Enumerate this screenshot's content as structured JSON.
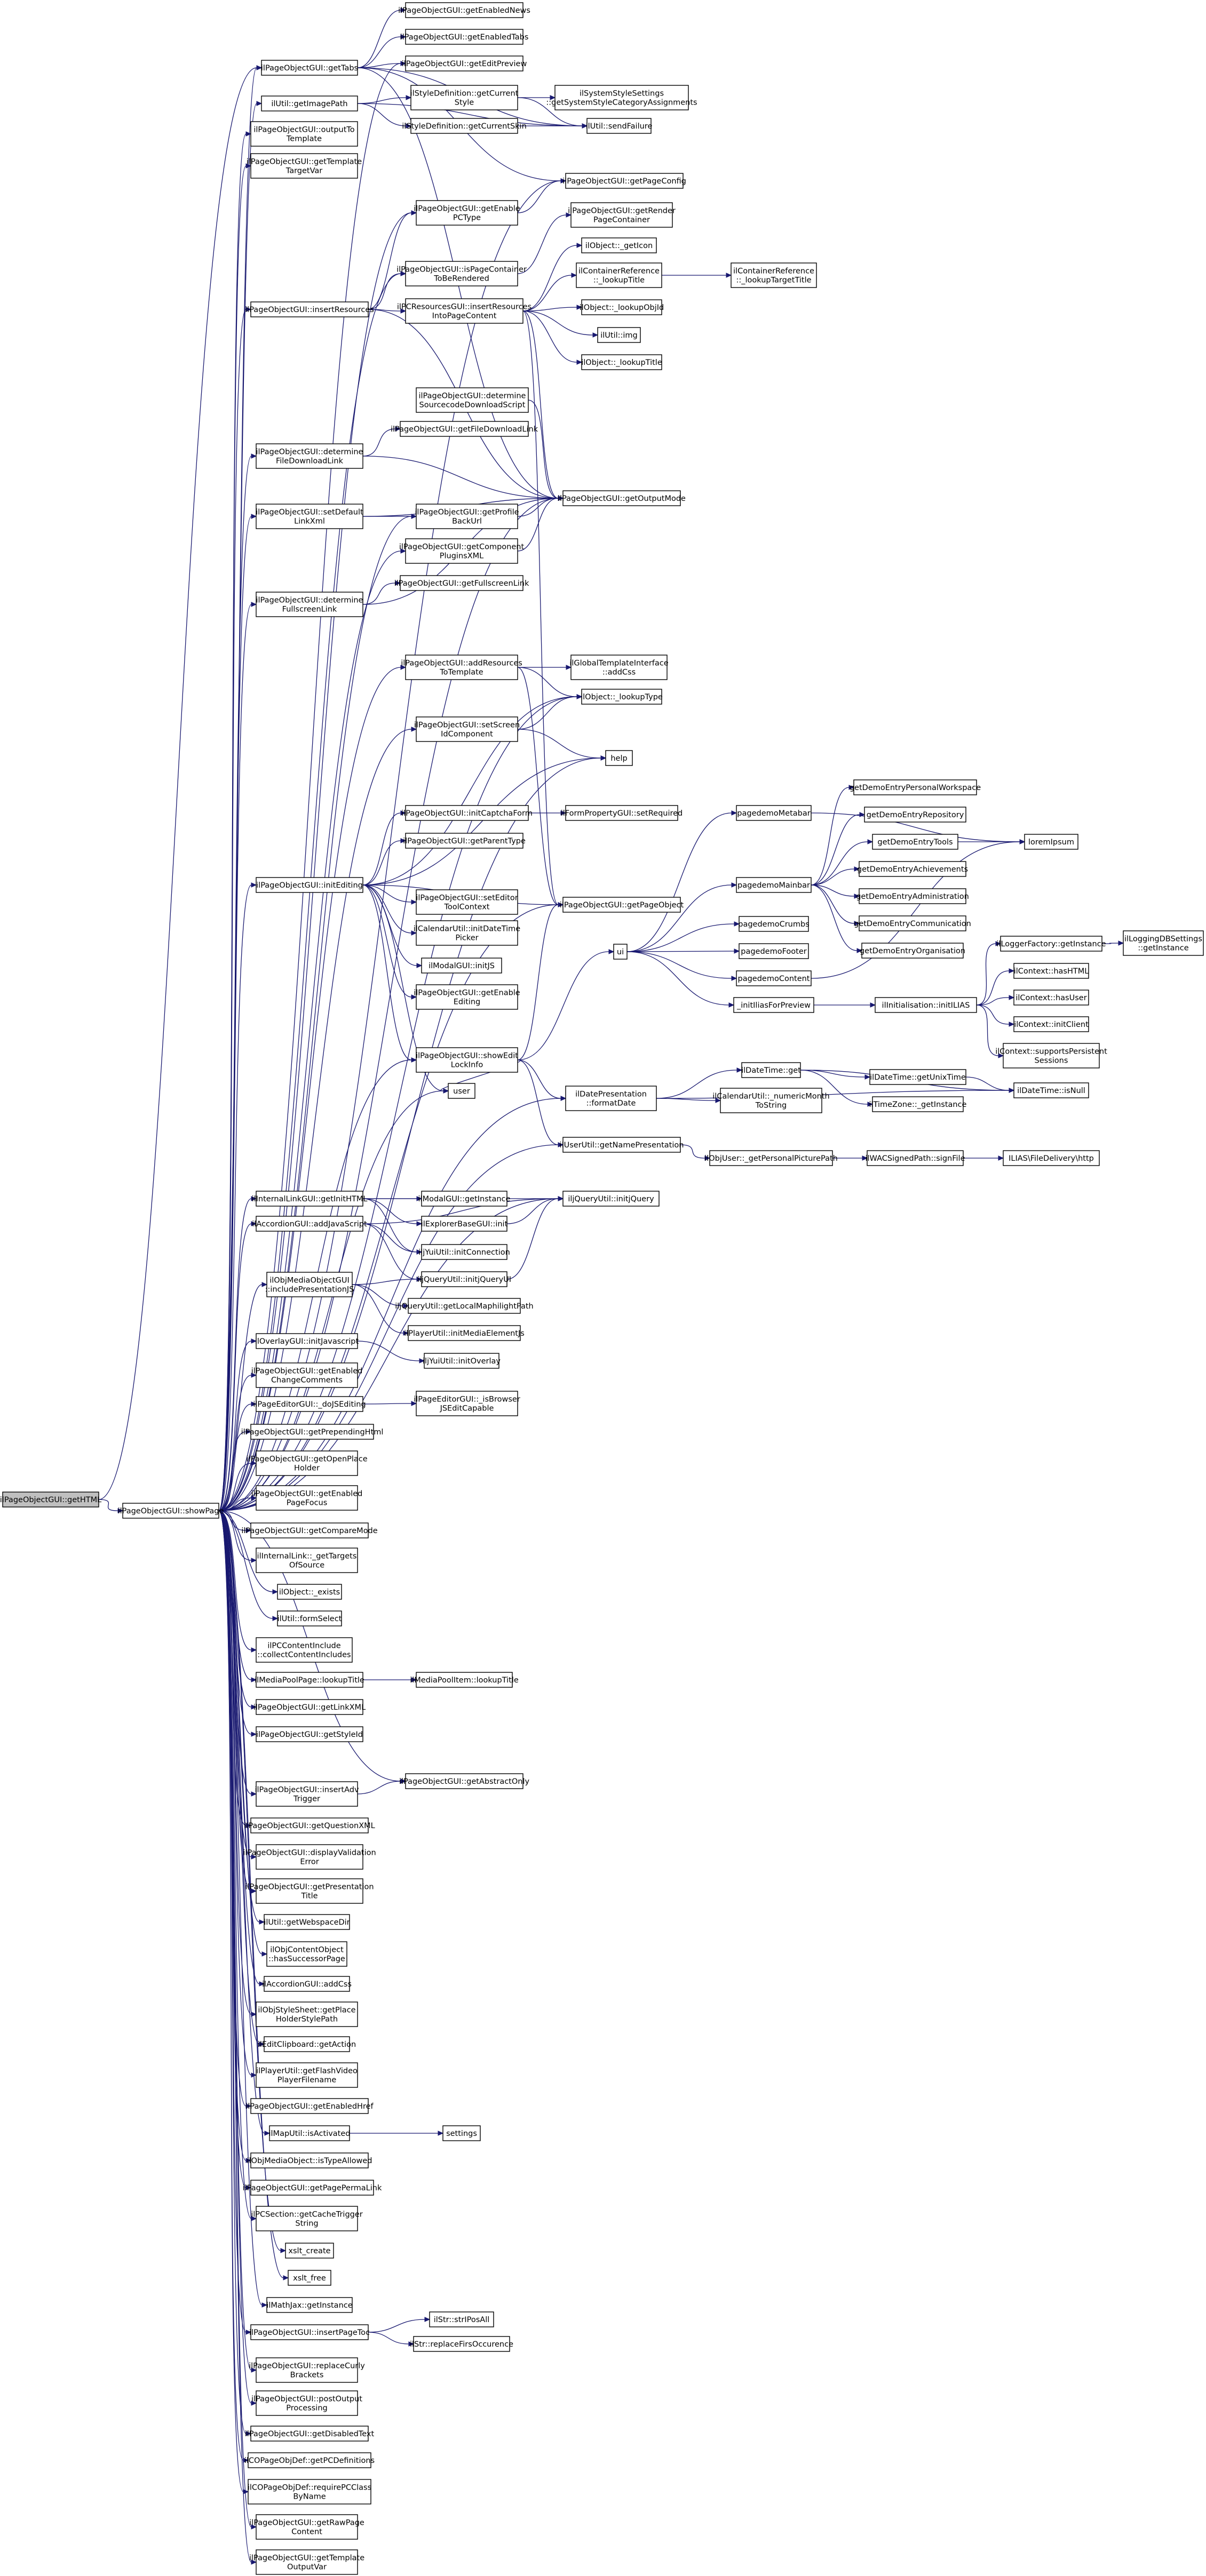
{
  "nodes": [
    {
      "id": "root",
      "lines": [
        "ilPageObjectGUI::getHTML"
      ],
      "root": true
    },
    {
      "id": "showPage",
      "lines": [
        "ilPageObjectGUI::showPage"
      ]
    },
    {
      "id": "getTabs",
      "lines": [
        "ilPageObjectGUI::getTabs"
      ]
    },
    {
      "id": "getImagePath",
      "lines": [
        "ilUtil::getImagePath"
      ]
    },
    {
      "id": "outputToTemplate",
      "lines": [
        "ilPageObjectGUI::outputTo",
        "Template"
      ]
    },
    {
      "id": "getTemplateTargetVar",
      "lines": [
        "ilPageObjectGUI::getTemplate",
        "TargetVar"
      ]
    },
    {
      "id": "insertResources",
      "lines": [
        "ilPageObjectGUI::insertResources"
      ]
    },
    {
      "id": "determineFileDownloadLink",
      "lines": [
        "ilPageObjectGUI::determine",
        "FileDownloadLink"
      ]
    },
    {
      "id": "setDefaultLinkXml",
      "lines": [
        "ilPageObjectGUI::setDefault",
        "LinkXml"
      ]
    },
    {
      "id": "determineFullscreenLink",
      "lines": [
        "ilPageObjectGUI::determine",
        "FullscreenLink"
      ]
    },
    {
      "id": "initEditing",
      "lines": [
        "ilPageObjectGUI::initEditing"
      ]
    },
    {
      "id": "getEnabledNews",
      "lines": [
        "ilPageObjectGUI::getEnabledNews"
      ]
    },
    {
      "id": "getEnabledTabs",
      "lines": [
        "ilPageObjectGUI::getEnabledTabs"
      ]
    },
    {
      "id": "getEditPreview",
      "lines": [
        "ilPageObjectGUI::getEditPreview"
      ]
    },
    {
      "id": "getCurrentStyle",
      "lines": [
        "ilStyleDefinition::getCurrent",
        "Style"
      ]
    },
    {
      "id": "getCurrentSkin",
      "lines": [
        "ilStyleDefinition::getCurrentSkin"
      ]
    },
    {
      "id": "getEnablePCType",
      "lines": [
        "ilPageObjectGUI::getEnable",
        "PCType"
      ]
    },
    {
      "id": "isPageContainerToBeRendered",
      "lines": [
        "ilPageObjectGUI::isPageContainer",
        "ToBeRendered"
      ]
    },
    {
      "id": "pcInsertResources",
      "lines": [
        "ilPCResourcesGUI::insertResources",
        "IntoPageContent"
      ]
    },
    {
      "id": "determineSourcecodeDownloadScript",
      "lines": [
        "ilPageObjectGUI::determine",
        "SourcecodeDownloadScript"
      ]
    },
    {
      "id": "getFileDownloadLink",
      "lines": [
        "ilPageObjectGUI::getFileDownloadLink"
      ]
    },
    {
      "id": "getProfileBackUrl",
      "lines": [
        "ilPageObjectGUI::getProfile",
        "BackUrl"
      ]
    },
    {
      "id": "getComponentPluginsXML",
      "lines": [
        "ilPageObjectGUI::getComponent",
        "PluginsXML"
      ]
    },
    {
      "id": "getFullscreenLink",
      "lines": [
        "ilPageObjectGUI::getFullscreenLink"
      ]
    },
    {
      "id": "addResourcesToTemplate",
      "lines": [
        "ilPageObjectGUI::addResources",
        "ToTemplate"
      ]
    },
    {
      "id": "setScreenIdComponent",
      "lines": [
        "ilPageObjectGUI::setScreen",
        "IdComponent"
      ]
    },
    {
      "id": "initCaptchaForm",
      "lines": [
        "ilPageObjectGUI::initCaptchaForm"
      ]
    },
    {
      "id": "getParentType",
      "lines": [
        "ilPageObjectGUI::getParentType"
      ]
    },
    {
      "id": "setEditorToolContext",
      "lines": [
        "ilPageObjectGUI::setEditor",
        "ToolContext"
      ]
    },
    {
      "id": "calendarInitDateTimePicker",
      "lines": [
        "ilCalendarUtil::initDateTime",
        "Picker"
      ]
    },
    {
      "id": "modalInitJS",
      "lines": [
        "ilModalGUI::initJS"
      ]
    },
    {
      "id": "getEnableEditing",
      "lines": [
        "ilPageObjectGUI::getEnable",
        "Editing"
      ]
    },
    {
      "id": "showEditLockInfo",
      "lines": [
        "ilPageObjectGUI::showEdit",
        "LockInfo"
      ]
    },
    {
      "id": "user",
      "lines": [
        "user"
      ]
    },
    {
      "id": "getEnabledHref",
      "lines": [
        "ilPageObjectGUI::getEnabledHref"
      ]
    },
    {
      "id": "systemStyleSettings",
      "lines": [
        "ilSystemStyleSettings",
        "::getSystemStyleCategoryAssignments"
      ]
    },
    {
      "id": "sendFailure",
      "lines": [
        "ilUtil::sendFailure"
      ]
    },
    {
      "id": "getPageConfig",
      "lines": [
        "ilPageObjectGUI::getPageConfig"
      ]
    },
    {
      "id": "getRenderPageContainer",
      "lines": [
        "ilPageObjectGUI::getRender",
        "PageContainer"
      ]
    },
    {
      "id": "getIcon",
      "lines": [
        "ilObject::_getIcon"
      ]
    },
    {
      "id": "lookupTitle1",
      "lines": [
        "ilContainerReference",
        "::_lookupTitle"
      ]
    },
    {
      "id": "lookupTargetTitle",
      "lines": [
        "ilContainerReference",
        "::_lookupTargetTitle"
      ]
    },
    {
      "id": "lookupObjId",
      "lines": [
        "ilObject::_lookupObjId"
      ]
    },
    {
      "id": "img",
      "lines": [
        "ilUtil::img"
      ]
    },
    {
      "id": "lookupTitle2",
      "lines": [
        "ilObject::_lookupTitle"
      ]
    },
    {
      "id": "getOutputMode",
      "lines": [
        "ilPageObjectGUI::getOutputMode"
      ]
    },
    {
      "id": "globalTemplateAddCss",
      "lines": [
        "ilGlobalTemplateInterface",
        "::addCss"
      ]
    },
    {
      "id": "lookupType",
      "lines": [
        "ilObject::_lookupType"
      ]
    },
    {
      "id": "help",
      "lines": [
        "help"
      ]
    },
    {
      "id": "setRequired",
      "lines": [
        "ilFormPropertyGUI::setRequired"
      ]
    },
    {
      "id": "getPageObject",
      "lines": [
        "ilPageObjectGUI::getPageObject"
      ]
    },
    {
      "id": "formatDate",
      "lines": [
        "ilDatePresentation",
        "::formatDate"
      ]
    },
    {
      "id": "getNamePresentation",
      "lines": [
        "ilUserUtil::getNamePresentation"
      ]
    },
    {
      "id": "pagedemoMetabar",
      "lines": [
        "pagedemoMetabar"
      ]
    },
    {
      "id": "pagedemoMainbar",
      "lines": [
        "pagedemoMainbar"
      ]
    },
    {
      "id": "pagedemoCrumbs",
      "lines": [
        "pagedemoCrumbs"
      ]
    },
    {
      "id": "pagedemoFooter",
      "lines": [
        "pagedemoFooter"
      ]
    },
    {
      "id": "pagedemoContent",
      "lines": [
        "pagedemoContent"
      ]
    },
    {
      "id": "initIlias",
      "lines": [
        "_initIliasForPreview"
      ]
    },
    {
      "id": "ui",
      "lines": [
        "ui"
      ]
    },
    {
      "id": "getDemoEntryPersonalWorkspace",
      "lines": [
        "getDemoEntryPersonalWorkspace"
      ]
    },
    {
      "id": "getDemoEntryRepository",
      "lines": [
        "getDemoEntryRepository"
      ]
    },
    {
      "id": "getDemoEntryTools",
      "lines": [
        "getDemoEntryTools"
      ]
    },
    {
      "id": "getDemoEntryAchievements",
      "lines": [
        "getDemoEntryAchievements"
      ]
    },
    {
      "id": "getDemoEntryAdministration",
      "lines": [
        "getDemoEntryAdministration"
      ]
    },
    {
      "id": "getDemoEntryCommunication",
      "lines": [
        "getDemoEntryCommunication"
      ]
    },
    {
      "id": "getDemoEntryOrganisation",
      "lines": [
        "getDemoEntryOrganisation"
      ]
    },
    {
      "id": "loremIpsum",
      "lines": [
        "loremIpsum"
      ]
    },
    {
      "id": "loggerGetInstance",
      "lines": [
        "ilLoggerFactory::getInstance"
      ]
    },
    {
      "id": "loggingDBSettings",
      "lines": [
        "ilLoggingDBSettings",
        "::getInstance"
      ]
    },
    {
      "id": "initializationInitIlias",
      "lines": [
        "ilInitialisation::initILIAS"
      ]
    },
    {
      "id": "hasHTML",
      "lines": [
        "ilContext::hasHTML"
      ]
    },
    {
      "id": "hasUser",
      "lines": [
        "ilContext::hasUser"
      ]
    },
    {
      "id": "initClient",
      "lines": [
        "ilContext::initClient"
      ]
    },
    {
      "id": "supportsPersistentSessions",
      "lines": [
        "ilContext::supportsPersistent",
        "Sessions"
      ]
    },
    {
      "id": "dateTimeGet",
      "lines": [
        "ilDateTime::get"
      ]
    },
    {
      "id": "calendarNumericMonth",
      "lines": [
        "ilCalendarUtil::_numericMonth",
        "ToString"
      ]
    },
    {
      "id": "getUnixTime",
      "lines": [
        "ilDateTime::getUnixTime"
      ]
    },
    {
      "id": "timeZoneGetInstance",
      "lines": [
        "ilTimeZone::_getInstance"
      ]
    },
    {
      "id": "isNull",
      "lines": [
        "ilDateTime::isNull"
      ]
    },
    {
      "id": "getPersonalPicturePath",
      "lines": [
        "ilObjUser::_getPersonalPicturePath"
      ]
    },
    {
      "id": "signedPath",
      "lines": [
        "ilWACSignedPath::signFile"
      ]
    },
    {
      "id": "fileDeliveryHttp",
      "lines": [
        "ILIAS\\FileDelivery\\http"
      ]
    },
    {
      "id": "internalLinkGetInitHTML",
      "lines": [
        "ilInternalLinkGUI::getInitHTML"
      ]
    },
    {
      "id": "accordionAddJavaScript",
      "lines": [
        "ilAccordionGUI::addJavaScript"
      ]
    },
    {
      "id": "mediaObjectIncludePresentationJS",
      "lines": [
        "ilObjMediaObjectGUI",
        "::includePresentationJS"
      ]
    },
    {
      "id": "overlayInitJavascript",
      "lines": [
        "ilOverlayGUI::initJavascript"
      ]
    },
    {
      "id": "modalGetInstance",
      "lines": [
        "ilModalGUI::getInstance"
      ]
    },
    {
      "id": "explorerBaseInit",
      "lines": [
        "ilExplorerBaseGUI::init"
      ]
    },
    {
      "id": "yuiInitConnection",
      "lines": [
        "iljYuiUtil::initConnection"
      ]
    },
    {
      "id": "jqueryInitjQuery",
      "lines": [
        "iljQueryUtil::initjQuery"
      ]
    },
    {
      "id": "jqueryInitjQueryUI",
      "lines": [
        "iljQueryUtil::initjQueryUI"
      ]
    },
    {
      "id": "jqueryGetLocalMaphilight",
      "lines": [
        "iljQueryUtil::getLocalMaphilightPath"
      ]
    },
    {
      "id": "playerInitMediaElementJs",
      "lines": [
        "ilPlayerUtil::initMediaElementJs"
      ]
    },
    {
      "id": "yuiInitOverlay",
      "lines": [
        "iljYuiUtil::initOverlay"
      ]
    },
    {
      "id": "getEnabledChangeComments",
      "lines": [
        "ilPageObjectGUI::getEnabled",
        "ChangeComments"
      ]
    },
    {
      "id": "jsEditing",
      "lines": [
        "ilPageEditorGUI::_doJSEditing"
      ]
    },
    {
      "id": "isBrowserJSEditCapable",
      "lines": [
        "ilPageEditorGUI::_isBrowser",
        "JSEditCapable"
      ]
    },
    {
      "id": "getPrependingHtml",
      "lines": [
        "ilPageObjectGUI::getPrependingHtml"
      ]
    },
    {
      "id": "getOpenPlaceHolder",
      "lines": [
        "ilPageObjectGUI::getOpenPlace",
        "Holder"
      ]
    },
    {
      "id": "getEnabledPageFocus",
      "lines": [
        "ilPageObjectGUI::getEnabled",
        "PageFocus"
      ]
    },
    {
      "id": "getCompareMode",
      "lines": [
        "ilPageObjectGUI::getCompareMode"
      ]
    },
    {
      "id": "getTargetsOfSource",
      "lines": [
        "ilInternalLink::_getTargets",
        "OfSource"
      ]
    },
    {
      "id": "objectExists",
      "lines": [
        "ilObject::_exists"
      ]
    },
    {
      "id": "formSelect",
      "lines": [
        "ilUtil::formSelect"
      ]
    },
    {
      "id": "collectContentIncludes",
      "lines": [
        "ilPCContentInclude",
        "::collectContentIncludes"
      ]
    },
    {
      "id": "mediaPoolLookupTitle",
      "lines": [
        "ilMediaPoolPage::lookupTitle"
      ]
    },
    {
      "id": "mediaPoolItemLookupTitle",
      "lines": [
        "ilMediaPoolItem::lookupTitle"
      ]
    },
    {
      "id": "getLinkXML",
      "lines": [
        "ilPageObjectGUI::getLinkXML"
      ]
    },
    {
      "id": "getStyleId",
      "lines": [
        "ilPageObjectGUI::getStyleId"
      ]
    },
    {
      "id": "insertAdvTrigger",
      "lines": [
        "ilPageObjectGUI::insertAdv",
        "Trigger"
      ]
    },
    {
      "id": "getAbstractOnly",
      "lines": [
        "ilPageObjectGUI::getAbstractOnly"
      ]
    },
    {
      "id": "getQuestionXML",
      "lines": [
        "ilPageObjectGUI::getQuestionXML"
      ]
    },
    {
      "id": "displayValidationError",
      "lines": [
        "ilPageObjectGUI::displayValidation",
        "Error"
      ]
    },
    {
      "id": "getPresentationTitle",
      "lines": [
        "ilPageObjectGUI::getPresentation",
        "Title"
      ]
    },
    {
      "id": "getWebspaceDir",
      "lines": [
        "ilUtil::getWebspaceDir"
      ]
    },
    {
      "id": "hasSuccessorPage",
      "lines": [
        "ilObjContentObject",
        "::hasSuccessorPage"
      ]
    },
    {
      "id": "accordionAddCss",
      "lines": [
        "ilAccordionGUI::addCss"
      ]
    },
    {
      "id": "getPlaceHolderStylePath",
      "lines": [
        "ilObjStyleSheet::getPlace",
        "HolderStylePath"
      ]
    },
    {
      "id": "clipboardGetAction",
      "lines": [
        "ilEditClipboard::getAction"
      ]
    },
    {
      "id": "getFlashVideoPlayerFilename",
      "lines": [
        "ilPlayerUtil::getFlashVideo",
        "PlayerFilename"
      ]
    },
    {
      "id": "getEnabledHref2",
      "lines": [
        "ilPageObjectGUI::getEnabledHref"
      ]
    },
    {
      "id": "mapIsActivated",
      "lines": [
        "ilMapUtil::isActivated"
      ]
    },
    {
      "id": "settings",
      "lines": [
        "settings"
      ]
    },
    {
      "id": "isTypeAllowed",
      "lines": [
        "ilObjMediaObject::isTypeAllowed"
      ]
    },
    {
      "id": "getPagePermaLink",
      "lines": [
        "ilPageObjectGUI::getPagePermaLink"
      ]
    },
    {
      "id": "getCacheTriggerString",
      "lines": [
        "ilPCSection::getCacheTrigger",
        "String"
      ]
    },
    {
      "id": "xsltCreate",
      "lines": [
        "xslt_create"
      ]
    },
    {
      "id": "xsltFree",
      "lines": [
        "xslt_free"
      ]
    },
    {
      "id": "mathJaxGetInstance",
      "lines": [
        "ilMathJax::getInstance"
      ]
    },
    {
      "id": "insertPageToc",
      "lines": [
        "ilPageObjectGUI::insertPageToc"
      ]
    },
    {
      "id": "strIPosAll",
      "lines": [
        "ilStr::strIPosAll"
      ]
    },
    {
      "id": "replaceFirsOccurence",
      "lines": [
        "ilStr::replaceFirsOccurence"
      ]
    },
    {
      "id": "replaceCurlyBrackets",
      "lines": [
        "ilPageObjectGUI::replaceCurly",
        "Brackets"
      ]
    },
    {
      "id": "postOutputProcessing",
      "lines": [
        "ilPageObjectGUI::postOutput",
        "Processing"
      ]
    },
    {
      "id": "getDisabledText",
      "lines": [
        "ilPageObjectGUI::getDisabledText"
      ]
    },
    {
      "id": "getPCDefinitions",
      "lines": [
        "ilCOPageObjDef::getPCDefinitions"
      ]
    },
    {
      "id": "requirePCClassByName",
      "lines": [
        "ilCOPageObjDef::requirePCClass",
        "ByName"
      ]
    },
    {
      "id": "getRawPageContent",
      "lines": [
        "ilPageObjectGUI::getRawPage",
        "Content"
      ]
    },
    {
      "id": "getTemplateOutputVar",
      "lines": [
        "ilPageObjectGUI::getTemplate",
        "OutputVar"
      ]
    }
  ]
}
